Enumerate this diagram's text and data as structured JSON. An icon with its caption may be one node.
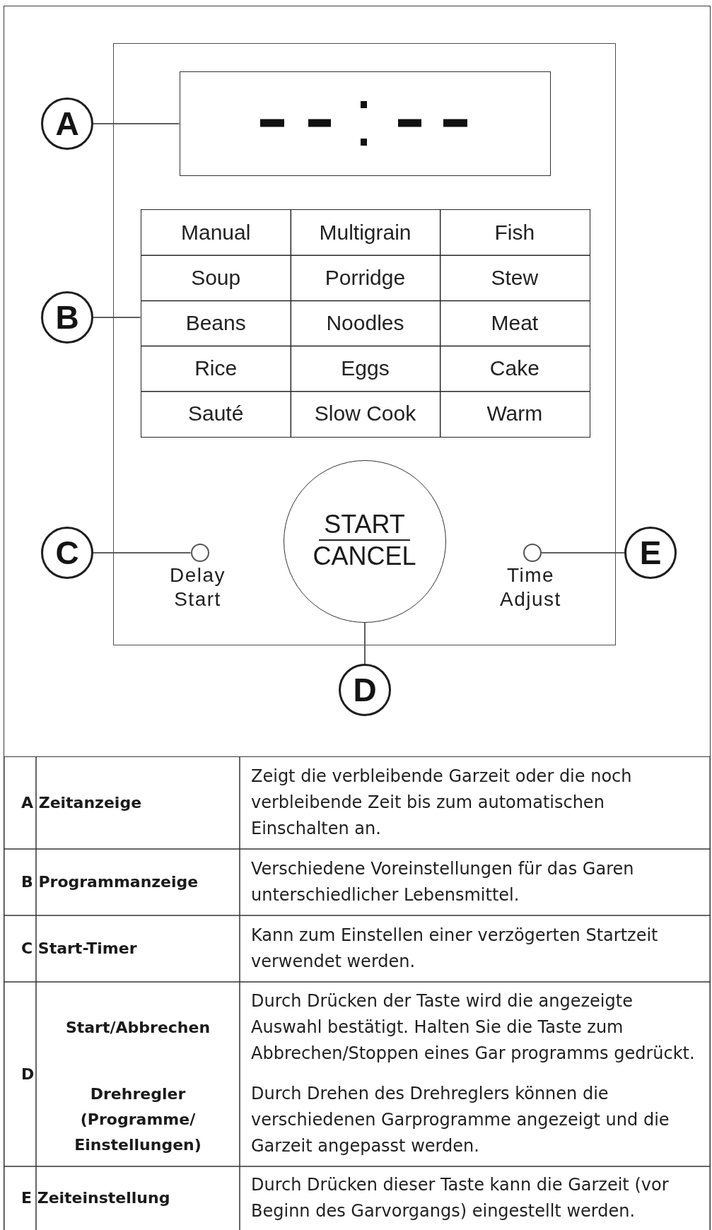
{
  "diagram": {
    "nodes": [
      {
        "text": [],
        "shape": "box"
      },
      {
        "text": [
          "A"
        ]
      },
      {
        "text": [],
        "shape": "box",
        "in": 0
      },
      {
        "text": [
          "B"
        ]
      },
      {
        "text": [
          "Manual",
          "Multigrain",
          "Fish",
          "Soup",
          "Porridge",
          "Stew",
          "Beans",
          "Noodles",
          "Meat",
          "Rice",
          "Eggs",
          "Cake",
          "Sauté",
          "Slow Cook",
          "Warm"
        ],
        "in": 0
      },
      {
        "text": [
          "C"
        ]
      },
      {
        "text": [],
        "shape": "circle",
        "in": 0,
        "beside": [
          "Delay Start"
        ]
      },
      {
        "text": [
          "START",
          "CANCEL"
        ],
        "in": 0
      },
      {
        "text": [],
        "shape": "circle",
        "in": 0,
        "beside": [
          "Time Adjust"
        ]
      },
      {
        "text": [
          "E"
        ]
      },
      {
        "text": [
          "D"
        ]
      }
    ],
    "edges": [
      {
        "from": 1,
        "to": 2,
        "arrow": "none"
      },
      {
        "from": 3,
        "to": 4,
        "arrow": "none"
      },
      {
        "from": 5,
        "to": 6,
        "arrow": "none"
      },
      {
        "from": 9,
        "to": 8,
        "arrow": "none"
      },
      {
        "from": 10,
        "to": 7,
        "arrow": "none"
      }
    ],
    "labels": [
      "A Zeitanzeige",
      "Zeigt die verbleibende Garzeit oder die noch verbleibende Zeit bis zum automatischen Einschalten an.",
      "B Programmanzeige",
      "Verschiedene Voreinstellungen für das Garen unterschiedlicher Lebensmittel.",
      "C Start-Timer",
      "Kann zum Einstellen einer verzögerten Startzeit verwendet werden.",
      "D",
      "Start/Abbrechen",
      "Durch Drücken der Taste wird die angezeigte Auswahl bestätigt. Halten Sie die Taste zum Abbrechen/Stoppen eines Gar programms gedrückt.",
      "Drehregler (Programme/ Einstellungen)",
      "Durch Drehen des Drehreglers können die verschiedenen Garprogramme angezeigt und die Garzeit angepasst werden.",
      "E Zeiteinstellung",
      "Durch Drücken dieser Taste kann die Garzeit (vor Beginn des Garvorgangs) eingestellt werden."
    ]
  }
}
